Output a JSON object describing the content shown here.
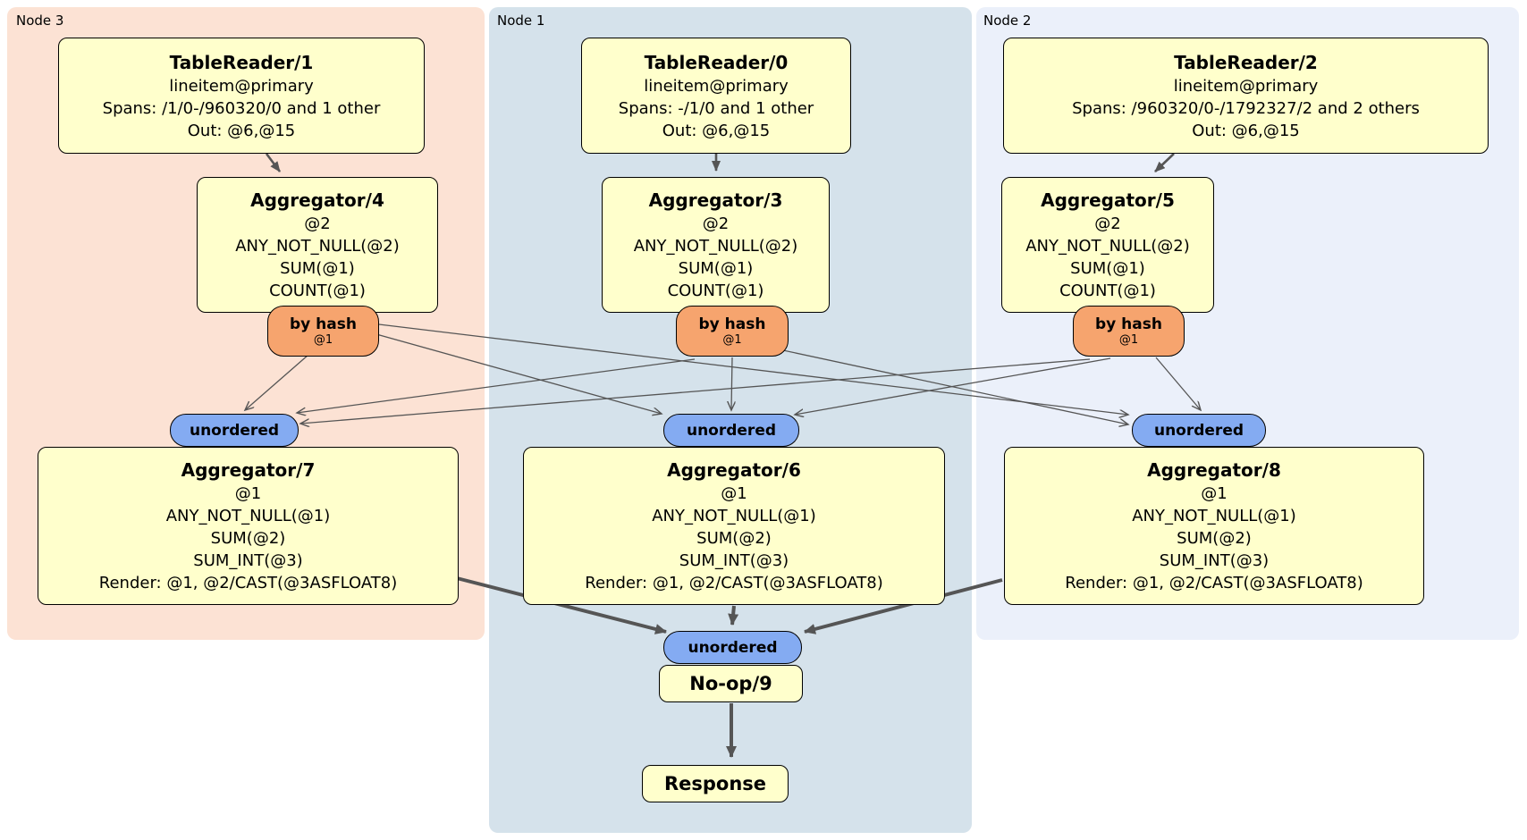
{
  "regions": [
    {
      "label": "Node 3"
    },
    {
      "label": "Node 1"
    },
    {
      "label": "Node 2"
    }
  ],
  "router": {
    "label": "by hash",
    "detail": "@1"
  },
  "sync": {
    "label": "unordered"
  },
  "processors": {
    "tr1": {
      "title": "TableReader/1",
      "lines": [
        "lineitem@primary",
        "Spans: /1/0-/960320/0 and 1 other",
        "Out: @6,@15"
      ]
    },
    "tr0": {
      "title": "TableReader/0",
      "lines": [
        "lineitem@primary",
        "Spans: -/1/0 and 1 other",
        "Out: @6,@15"
      ]
    },
    "tr2": {
      "title": "TableReader/2",
      "lines": [
        "lineitem@primary",
        "Spans: /960320/0-/1792327/2 and 2 others",
        "Out: @6,@15"
      ]
    },
    "agg4": {
      "title": "Aggregator/4",
      "lines": [
        "@2",
        "ANY_NOT_NULL(@2)",
        "SUM(@1)",
        "COUNT(@1)"
      ]
    },
    "agg3": {
      "title": "Aggregator/3",
      "lines": [
        "@2",
        "ANY_NOT_NULL(@2)",
        "SUM(@1)",
        "COUNT(@1)"
      ]
    },
    "agg5": {
      "title": "Aggregator/5",
      "lines": [
        "@2",
        "ANY_NOT_NULL(@2)",
        "SUM(@1)",
        "COUNT(@1)"
      ]
    },
    "agg7": {
      "title": "Aggregator/7",
      "lines": [
        "@1",
        "ANY_NOT_NULL(@1)",
        "SUM(@2)",
        "SUM_INT(@3)",
        "Render: @1, @2/CAST(@3ASFLOAT8)"
      ]
    },
    "agg6": {
      "title": "Aggregator/6",
      "lines": [
        "@1",
        "ANY_NOT_NULL(@1)",
        "SUM(@2)",
        "SUM_INT(@3)",
        "Render: @1, @2/CAST(@3ASFLOAT8)"
      ]
    },
    "agg8": {
      "title": "Aggregator/8",
      "lines": [
        "@1",
        "ANY_NOT_NULL(@1)",
        "SUM(@2)",
        "SUM_INT(@3)",
        "Render: @1, @2/CAST(@3ASFLOAT8)"
      ]
    },
    "noop": {
      "title": "No-op/9"
    },
    "response": {
      "title": "Response"
    }
  },
  "colors": {
    "region_node3_bg": "#fce2d4",
    "region_node1_bg": "#d5e2eb",
    "region_node2_bg": "#ebf0fa",
    "box_bg": "#ffffcc",
    "router_bg": "#f6a46e",
    "sync_bg": "#84abf2",
    "edge": "#555555"
  }
}
